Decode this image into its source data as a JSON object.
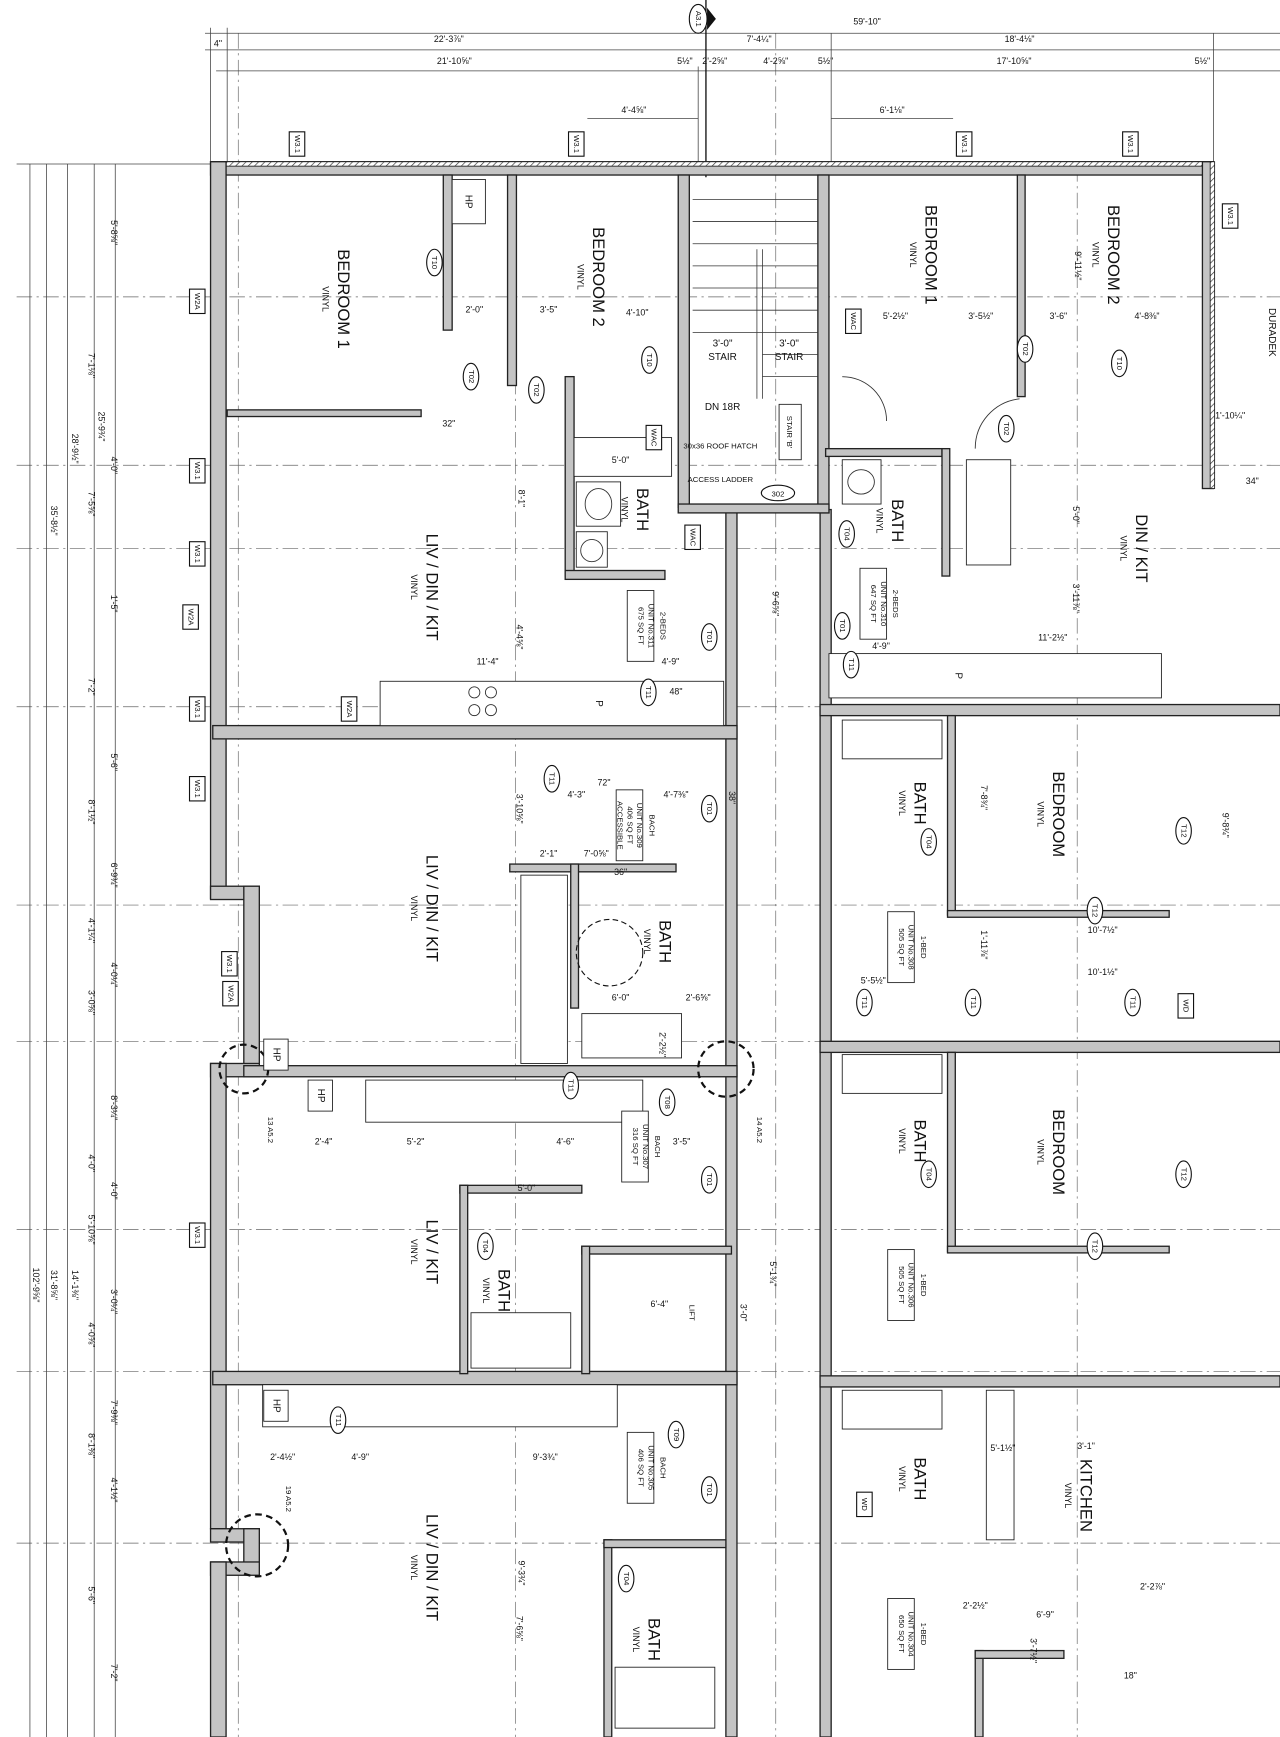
{
  "section_marker": {
    "label": "A3.1",
    "number": "1"
  },
  "top_dimensions": {
    "overall": "59'-10\"",
    "row1": [
      "4\"",
      "22'-3⅞\"",
      "7'-4¼\"",
      "18'-4⅛\""
    ],
    "row2": [
      "21'-10⅝\"",
      "5½\"",
      "2'-2⅝\"",
      "4'-2⅝\"",
      "5½\"",
      "17'-10⅝\"",
      "5½\""
    ],
    "row3": [
      "4'-4⅝\"",
      "6'-1⅛\""
    ]
  },
  "left_dimensions": {
    "overall": [
      "35'-8½\"",
      "28'-9½\"",
      "25'-9¾\"",
      "102'-9⅝\"",
      "31'-8⅝\"",
      "14'-1⅜\""
    ],
    "segments": [
      "5'-8⅝\"",
      "7'-1⅛\"",
      "4'-0\"",
      "7'-5⅝\"",
      "1'-5\"",
      "7'-2\"",
      "5'-6\"",
      "8'-1½\"",
      "6'-9¾\"",
      "4'-1¼\"",
      "4'-0¼\"",
      "3'-0⅝\"",
      "8'-3¼\"",
      "4'-0\"",
      "4'-0\"",
      "5'-10⅝\"",
      "3'-0¼\"",
      "4'-0⅝\"",
      "7'-9⅜\"",
      "8'-1⅜\"",
      "4'-1½\"",
      "5'-6\"",
      "7'-2\""
    ]
  },
  "rooms": [
    {
      "name": "BEDROOM 1",
      "finish": "VINYL"
    },
    {
      "name": "BEDROOM 2",
      "finish": "VINYL"
    },
    {
      "name": "BATH",
      "finish": "VINYL"
    },
    {
      "name": "LIV / DIN / KIT",
      "finish": "VINYL"
    },
    {
      "name": "LIV / DIN / KIT",
      "finish": "VINYL"
    },
    {
      "name": "BATH",
      "finish": "VINYL"
    },
    {
      "name": "LIV / KIT",
      "finish": "VINYL"
    },
    {
      "name": "BATH",
      "finish": "VINYL"
    },
    {
      "name": "LIV / DIN / KIT",
      "finish": "VINYL"
    },
    {
      "name": "BATH",
      "finish": "VINYL"
    },
    {
      "name": "BEDROOM 1",
      "finish": "VINYL"
    },
    {
      "name": "BEDROOM 2",
      "finish": "VINYL"
    },
    {
      "name": "BATH",
      "finish": "VINYL"
    },
    {
      "name": "DIN / KIT",
      "finish": "VINYL"
    },
    {
      "name": "BATH",
      "finish": "VINYL"
    },
    {
      "name": "BEDROOM",
      "finish": "VINYL"
    },
    {
      "name": "BATH",
      "finish": "VINYL"
    },
    {
      "name": "BEDROOM",
      "finish": "VINYL"
    },
    {
      "name": "BATH",
      "finish": "VINYL"
    },
    {
      "name": "KITCHEN",
      "finish": "VINYL"
    }
  ],
  "units": [
    {
      "type": "2-BEDS",
      "number": "UNIT No.311",
      "area": "675 SQ FT"
    },
    {
      "type": "2-BEDS",
      "number": "UNIT No.310",
      "area": "647 SQ FT"
    },
    {
      "type": "BACH",
      "number": "UNIT No.309",
      "area": "406 SQ FT",
      "note": "ACCESSIBLE"
    },
    {
      "type": "1-BED",
      "number": "UNIT No.308",
      "area": "505 SQ FT"
    },
    {
      "type": "BACH",
      "number": "UNIT No.307",
      "area": "316 SQ FT"
    },
    {
      "type": "1-BED",
      "number": "UNIT No.306",
      "area": "505 SQ FT"
    },
    {
      "type": "BACH",
      "number": "UNIT No.305",
      "area": "406 SQ FT"
    },
    {
      "type": "1-BED",
      "number": "UNIT No.304",
      "area": "650 SQ FT"
    }
  ],
  "stair": {
    "stair_left": "3'-0\"",
    "stair_right": "3'-0\"",
    "stair_word": "STAIR",
    "down": "DN 18R",
    "hatch": "30x36 ROOF HATCH",
    "ladder": "ACCESS LADDER",
    "stair_name": "STAIR 'B'",
    "door_tag": "302",
    "lift": "LIFT"
  },
  "exterior": {
    "deck": "DURADEK"
  },
  "tags": [
    "W3.1",
    "W3.1",
    "W3.1",
    "W3.1",
    "W2A",
    "W3.1",
    "W3.1",
    "W2A",
    "W3.1",
    "W3.1",
    "W3.1",
    "W2A",
    "W3.1",
    "T10",
    "T02",
    "T02",
    "T10",
    "T02",
    "T02",
    "T10",
    "T01",
    "T01",
    "T01",
    "T01",
    "T01",
    "T11",
    "T11",
    "T11",
    "T11",
    "T11",
    "T11",
    "T11",
    "T11",
    "T12",
    "T12",
    "T12",
    "T12",
    "T04",
    "T04",
    "T04",
    "T04",
    "T04",
    "T08",
    "T09",
    "WAC",
    "WAC",
    "WAC",
    "WD",
    "WD",
    "W2A",
    "W3.1"
  ],
  "misc_labels": {
    "hp": "HP",
    "pantry": "P",
    "callouts": [
      "13 A5.2",
      "14 A5.2",
      "19 A5.2"
    ]
  },
  "interior_dims": [
    "11'-4\"",
    "4'-9\"",
    "48\"",
    "32\"",
    "36\"",
    "38\"",
    "5'-0\"",
    "4'-10\"",
    "3'-5\"",
    "2'-0\"",
    "8'-1\"",
    "4'-4⅝\"",
    "9'-6⅝\"",
    "11'-2½\"",
    "4'-9\"",
    "5'-2½\"",
    "3'-5½\"",
    "3'-6\"",
    "4'-8⅜\"",
    "9'-11½\"",
    "5'-0\"",
    "3'-11⅞\"",
    "1'-10¼\"",
    "34\"",
    "7'-8¾\"",
    "9'-8¾\"",
    "10'-7½\"",
    "10'-1½\"",
    "5'-5½\"",
    "1'-11⅞\"",
    "4'-7⅜\"",
    "7'-0⅝\"",
    "4'-3\"",
    "72\"",
    "3'-10⅝\"",
    "2'-1\"",
    "6'-0\"",
    "2'-6⅝\"",
    "2'-2½\"",
    "2'-4\"",
    "5'-2\"",
    "4'-6\"",
    "3'-5\"",
    "5'-0\"",
    "6'-4\"",
    "3'-0\"",
    "5'-1¾\"",
    "4'-9\"",
    "9'-3¾\"",
    "2'-4½\"",
    "3'-1\"",
    "5'-1½\"",
    "9'-3¾\"",
    "6'-9\"",
    "2'-2½\"",
    "2'-2⅞\"",
    "18\"",
    "7'-6⅝\"",
    "3'-7½\""
  ]
}
